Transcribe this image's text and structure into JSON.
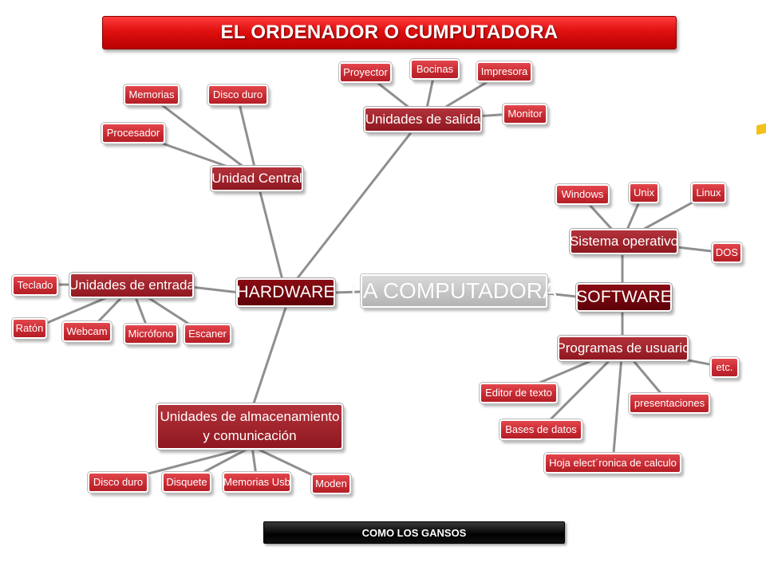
{
  "title": "EL ORDENADOR O CUMPUTADORA",
  "footer": "COMO LOS GANSOS",
  "center": "LA COMPUTADORA",
  "hardware": {
    "label": "HARDWARE",
    "unidad_central": {
      "label": "Unidad Central",
      "items": [
        "Memorias",
        "Disco duro",
        "Procesador"
      ]
    },
    "unidades_salida": {
      "label": "Unidades de salida",
      "items": [
        "Proyector",
        "Bocinas",
        "Impresora",
        "Monitor"
      ]
    },
    "unidades_entrada": {
      "label": "Unidades de entrada",
      "items": [
        "Teclado",
        "Ratón",
        "Webcam",
        "Micrófono",
        "Escaner"
      ]
    },
    "almacenamiento": {
      "label": "Unidades de almacenamiento y comunicación",
      "items": [
        "Disco duro",
        "Disquete",
        "Memorias Usb",
        "Moden"
      ]
    }
  },
  "software": {
    "label": "SOFTWARE",
    "sistema_operativo": {
      "label": "Sistema operativo",
      "items": [
        "Windows",
        "Unix",
        "Linux",
        "DOS"
      ]
    },
    "programas_usuario": {
      "label": "Programas de usuario",
      "items": [
        "etc.",
        "Editor de texto",
        "presentaciones",
        "Bases de datos",
        "Hoja elect´ronica de calculo"
      ]
    }
  }
}
